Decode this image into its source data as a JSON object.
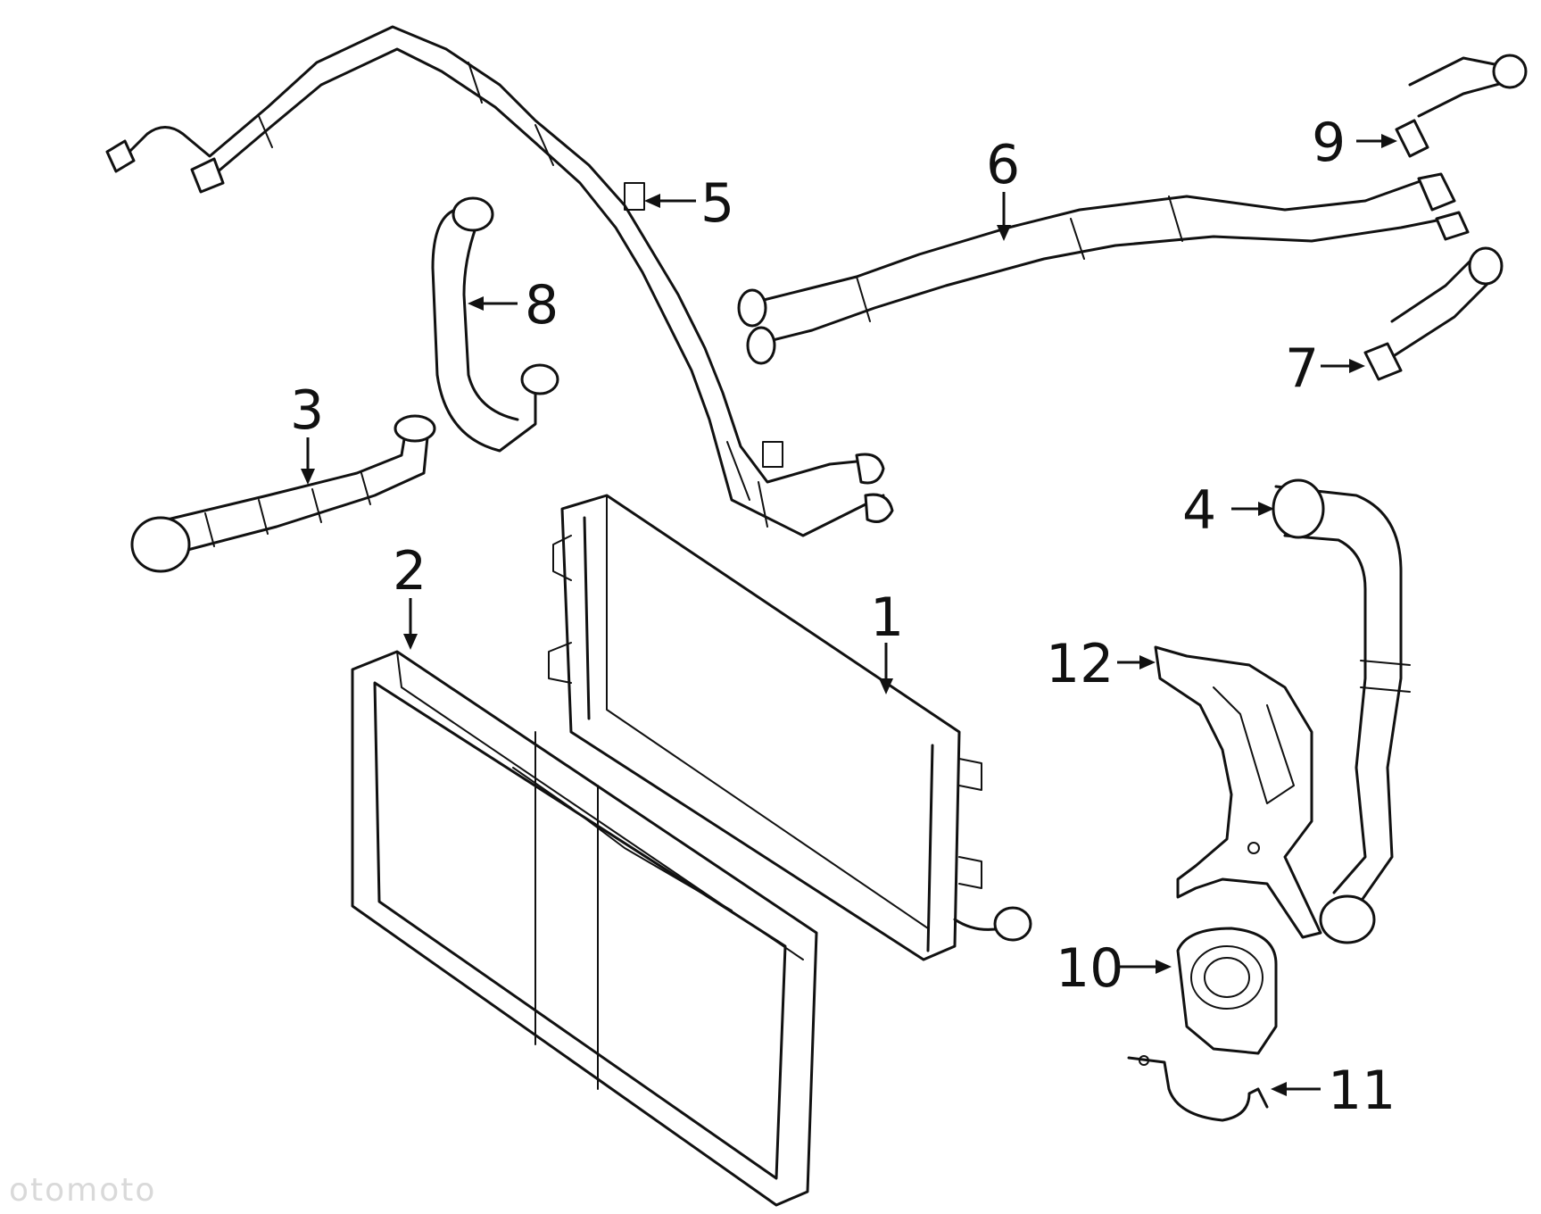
{
  "callouts": [
    {
      "label": "1"
    },
    {
      "label": "2"
    },
    {
      "label": "3"
    },
    {
      "label": "4"
    },
    {
      "label": "5"
    },
    {
      "label": "6"
    },
    {
      "label": "7"
    },
    {
      "label": "8"
    },
    {
      "label": "9"
    },
    {
      "label": "10"
    },
    {
      "label": "11"
    },
    {
      "label": "12"
    }
  ],
  "watermark": "otomoto",
  "colors": {
    "line": "#111111",
    "background": "#ffffff",
    "watermark": "#d9d9d9"
  }
}
